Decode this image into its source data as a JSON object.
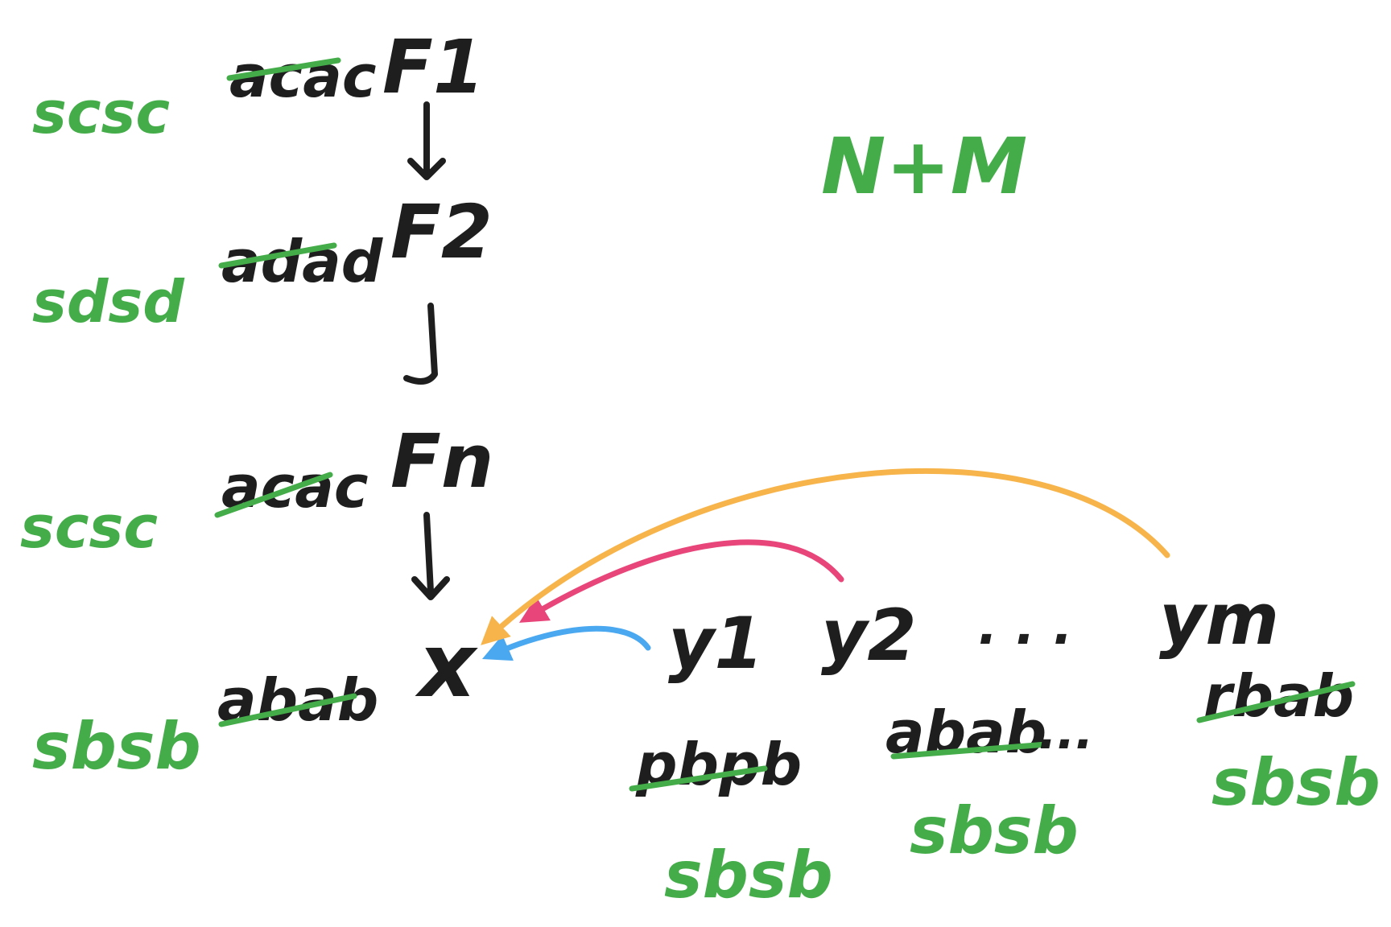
{
  "functions": [
    {
      "name": "F1",
      "struck": "acac",
      "replacement": "scsc"
    },
    {
      "name": "F2",
      "struck": "adad",
      "replacement": "sdsd"
    },
    {
      "name": "Fn",
      "struck": "acac",
      "replacement": "scsc"
    }
  ],
  "x": {
    "name": "x",
    "struck": "abab",
    "replacement": "sbsb"
  },
  "ys": [
    {
      "name": "y1",
      "struck": "pbpb",
      "replacement": "sbsb"
    },
    {
      "name": "y2",
      "struck": "abab",
      "suffix": "...",
      "replacement": "sbsb"
    },
    {
      "name": "ym",
      "struck": "rbab",
      "replacement": "sbsb"
    }
  ],
  "ellipsis": ". . .",
  "formula": "N+M",
  "colors": {
    "ink": "#1e1e1e",
    "green": "#44ad4a",
    "arrow_y1": "#4aa8f0",
    "arrow_y2": "#e8467a",
    "arrow_ym": "#f7b44a"
  }
}
